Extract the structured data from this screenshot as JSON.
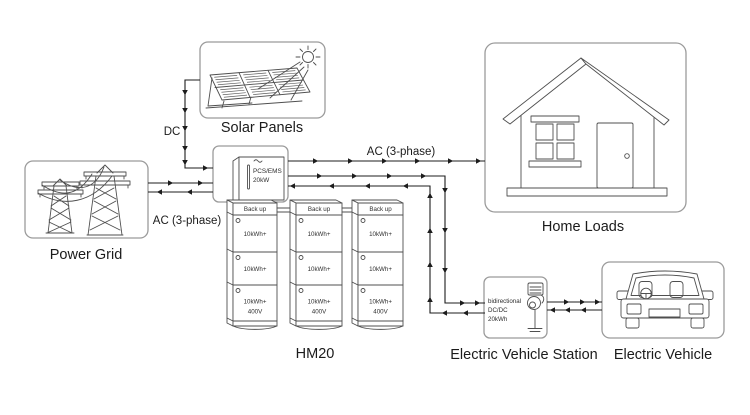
{
  "nodes": {
    "power_grid": {
      "label": "Power Grid"
    },
    "solar_panels": {
      "label": "Solar Panels"
    },
    "pcs": {
      "name": "PCS/EMS",
      "power": "20kW"
    },
    "battery": {
      "label": "HM20",
      "backup": "Back up",
      "module": "10kWh+",
      "voltage": "400V"
    },
    "home_loads": {
      "label": "Home Loads"
    },
    "ev_station": {
      "label": "Electric Vehicle Station",
      "spec_line1": "bidirectional",
      "spec_line2": "DC/DC",
      "spec_line3": "20kWh"
    },
    "electric_vehicle": {
      "label": "Electric Vehicle"
    }
  },
  "links": {
    "dc_label": "DC",
    "ac_grid_label": "AC (3-phase)",
    "ac_home_label": "AC (3-phase)"
  },
  "colors": {
    "background": "#ffffff",
    "connector": "#1c1c1c",
    "box_border": "#9b9b9b",
    "icon_stroke": "#4f4f4f",
    "text": "#1b1b1b"
  }
}
